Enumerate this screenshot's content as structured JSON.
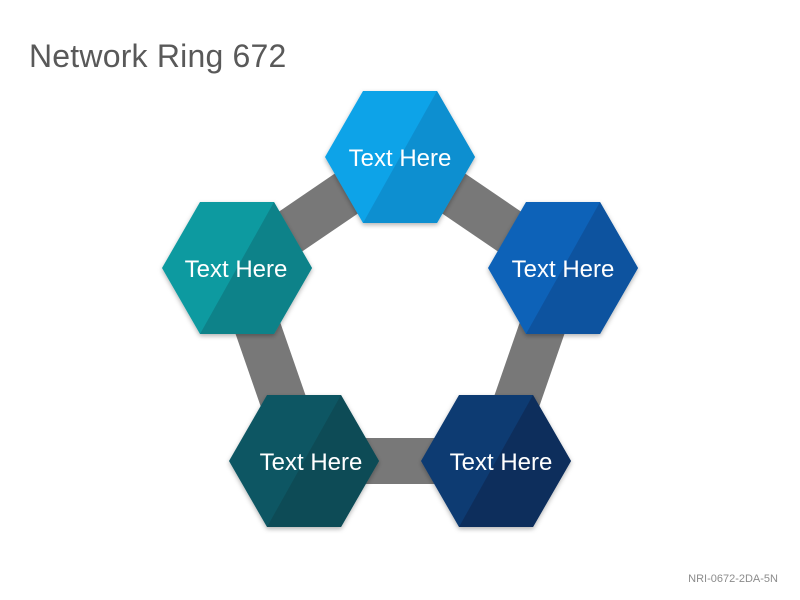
{
  "title": "Network Ring 672",
  "footer": {
    "code": "NRI-0672-2DA-5N"
  },
  "ring": {
    "connector_color": "#787878",
    "nodes": [
      {
        "label": "Text Here",
        "color": "#0ca3e8",
        "shade": "#0a8fd0"
      },
      {
        "label": "Text Here",
        "color": "#0a62b8",
        "shade": "#08529f"
      },
      {
        "label": "Text Here",
        "color": "#0e3a72",
        "shade": "#0b2e5c"
      },
      {
        "label": "Text Here",
        "color": "#0a5763",
        "shade": "#0a4b56"
      },
      {
        "label": "Text Here",
        "color": "#0c9aa0",
        "shade": "#0a8289"
      }
    ]
  }
}
